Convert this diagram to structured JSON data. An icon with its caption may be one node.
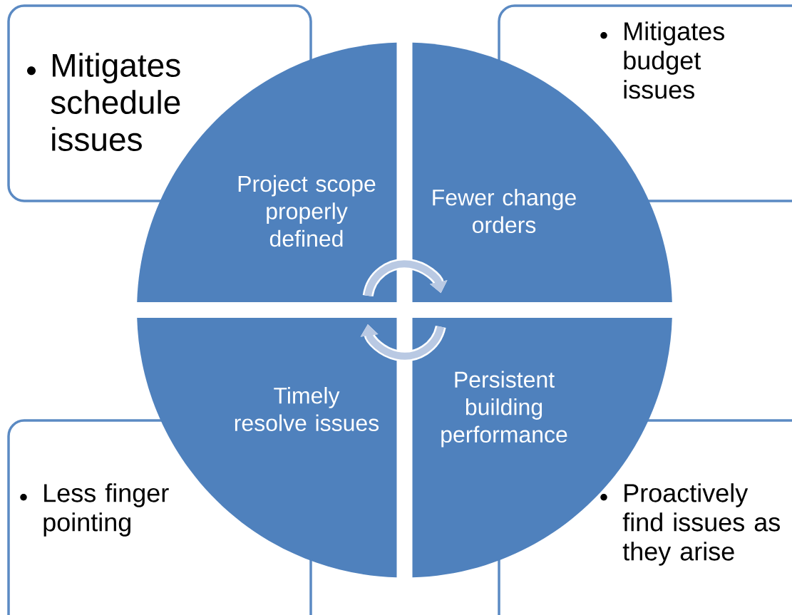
{
  "diagram": {
    "nodes": [
      {
        "text": [
          "Mitigates schedule issues"
        ]
      },
      {
        "text": [
          "Mitigates budget issues"
        ]
      },
      {
        "text": [
          "Project scope properly defined"
        ]
      },
      {
        "text": [
          "Fewer change orders"
        ]
      },
      {
        "text": [
          "Timely resolve issues"
        ]
      },
      {
        "text": [
          "Persistent building performance"
        ]
      },
      {
        "text": [
          "Less finger pointing"
        ]
      },
      {
        "text": [
          "Proactively find issues as they arise"
        ]
      }
    ],
    "edges": [
      {
        "from": 2,
        "to": 3,
        "arrow": "to"
      },
      {
        "from": 5,
        "to": 4,
        "arrow": "to"
      }
    ]
  }
}
